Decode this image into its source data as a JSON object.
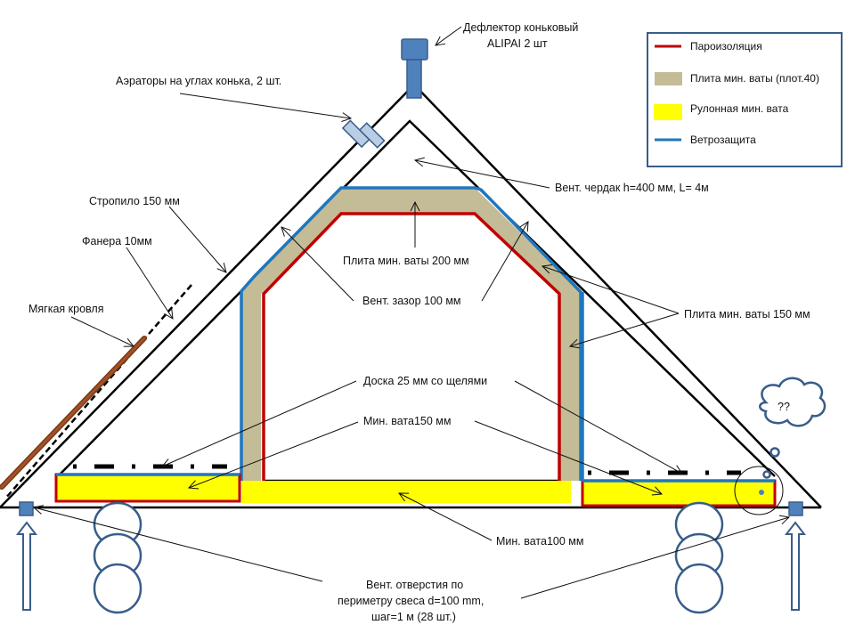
{
  "legend": {
    "items": [
      {
        "label": "Пароизоляция",
        "swatch": "line",
        "color": "#c00000"
      },
      {
        "label": "Плита мин. ваты (плот.40)",
        "swatch": "box",
        "color": "#c4bc96"
      },
      {
        "label": "Рулонная мин. вата",
        "swatch": "box",
        "color": "#ffff00"
      },
      {
        "label": "Ветрозащита",
        "swatch": "line",
        "color": "#1f77bf"
      }
    ]
  },
  "colors": {
    "vapor_barrier": "#c00000",
    "mineral_board": "#c4bc96",
    "roll_wool": "#ffff00",
    "wind_barrier": "#1f77bf",
    "vent_fixture": "#4f81bd",
    "aerator": "#b9cde5",
    "soft_roof": "#8b4513",
    "structure": "#000000",
    "legend_border": "#385d8a"
  },
  "labels": {
    "deflector_line1": "Дефлектор коньковый",
    "deflector_line2": "ALIPAI 2 шт",
    "aerators": "Аэраторы на углах конька, 2 шт.",
    "rafter": "Стропило 150 мм",
    "plywood": "Фанера 10мм",
    "soft_roof": "Мягкая кровля",
    "vent_attic": "Вент. чердак h=400 мм, L= 4м",
    "board_200": "Плита мин. ваты 200 мм",
    "vent_gap": "Вент. зазор 100 мм",
    "board_150": "Плита мин. ваты 150 мм",
    "plank": "Доска 25 мм со щелями",
    "wool_150": "Мин. вата150 мм",
    "wool_100": "Мин. вата100 мм",
    "vent_holes_line1": "Вент. отверстия по",
    "vent_holes_line2": "периметру свеса  d=100 mm,",
    "vent_holes_line3": "шаг=1 м (28 шт.)",
    "question": "??"
  }
}
